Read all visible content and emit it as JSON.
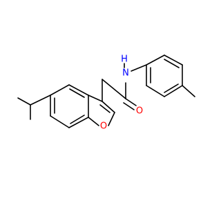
{
  "molecule": {
    "atoms": [
      {
        "id": "N1",
        "symbol": "N",
        "label": "N",
        "color": "#0000ff"
      },
      {
        "id": "H1",
        "symbol": "H",
        "label": "H",
        "color": "#0000ff"
      },
      {
        "id": "O1",
        "symbol": "O",
        "label": "O",
        "color": "#ff0000"
      },
      {
        "id": "O2",
        "symbol": "O",
        "label": "O",
        "color": "#ff0000"
      }
    ],
    "bond_color": "#000000"
  }
}
